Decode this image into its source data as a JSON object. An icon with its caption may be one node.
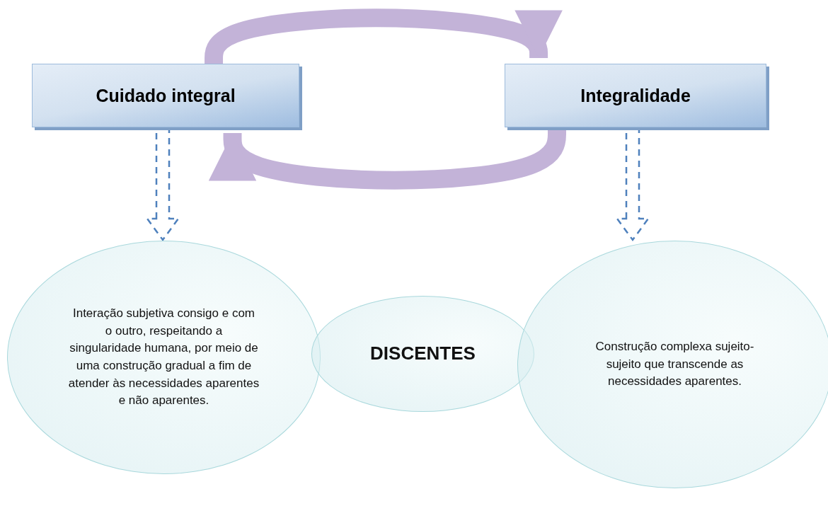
{
  "diagram": {
    "nodes": [
      {
        "text": [
          "Cuidado integral"
        ]
      },
      {
        "text": [
          "Integralidade"
        ]
      },
      {
        "text": [
          "Interação subjetiva consigo e com o outro, respeitando a singularidade humana, por meio de uma construção gradual a fim de atender às necessidades aparentes e não aparentes."
        ]
      },
      {
        "text": [
          "DISCENTES"
        ]
      },
      {
        "text": [
          "Construção complexa sujeito-sujeito que transcende as necessidades aparentes."
        ]
      }
    ],
    "edges": [
      {
        "from": 0,
        "to": 1,
        "arrow": "to",
        "color": "#c3b3d8"
      },
      {
        "from": 1,
        "to": 0,
        "arrow": "to",
        "color": "#c3b3d8"
      },
      {
        "from": 0,
        "to": 2,
        "arrow": "to",
        "style": "dashed",
        "color": "#4f81bd"
      },
      {
        "from": 1,
        "to": 4,
        "arrow": "to",
        "style": "dashed",
        "color": "#4f81bd"
      }
    ]
  }
}
